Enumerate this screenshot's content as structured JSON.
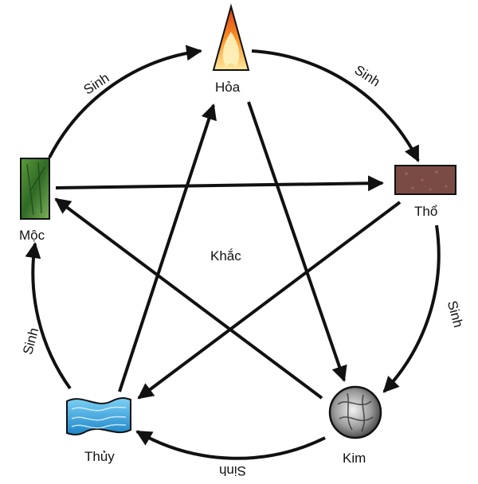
{
  "elements": {
    "fire": "Hỏa",
    "earth": "Thổ",
    "metal": "Kim",
    "water": "Thủy",
    "wood": "Mộc"
  },
  "cycles": {
    "generating": "Sinh",
    "controlling": "Khắc"
  },
  "colors": {
    "stroke": "#111111",
    "fire": "#e8641c",
    "earth": "#7a4a44",
    "water": "#3aa0d8",
    "wood": "#2e6b2a",
    "metal": "#8a8a8a"
  }
}
